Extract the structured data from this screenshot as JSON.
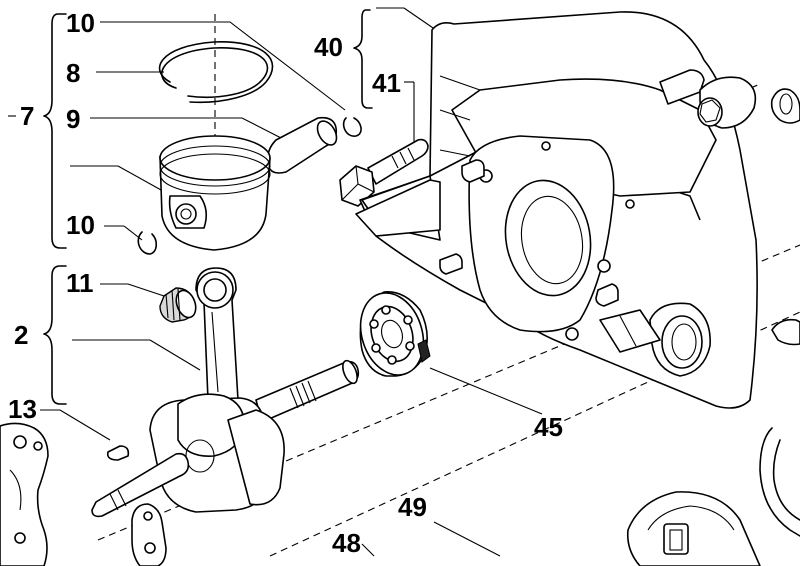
{
  "diagram": {
    "callouts": [
      {
        "id": "c10a",
        "text": "10"
      },
      {
        "id": "c8",
        "text": "8"
      },
      {
        "id": "c7",
        "text": "7"
      },
      {
        "id": "c9",
        "text": "9"
      },
      {
        "id": "c10b",
        "text": "10"
      },
      {
        "id": "c11",
        "text": "11"
      },
      {
        "id": "c2",
        "text": "2"
      },
      {
        "id": "c13",
        "text": "13"
      },
      {
        "id": "c40",
        "text": "40"
      },
      {
        "id": "c41",
        "text": "41"
      },
      {
        "id": "c45",
        "text": "45"
      },
      {
        "id": "c49",
        "text": "49"
      },
      {
        "id": "c48",
        "text": "48"
      }
    ]
  }
}
